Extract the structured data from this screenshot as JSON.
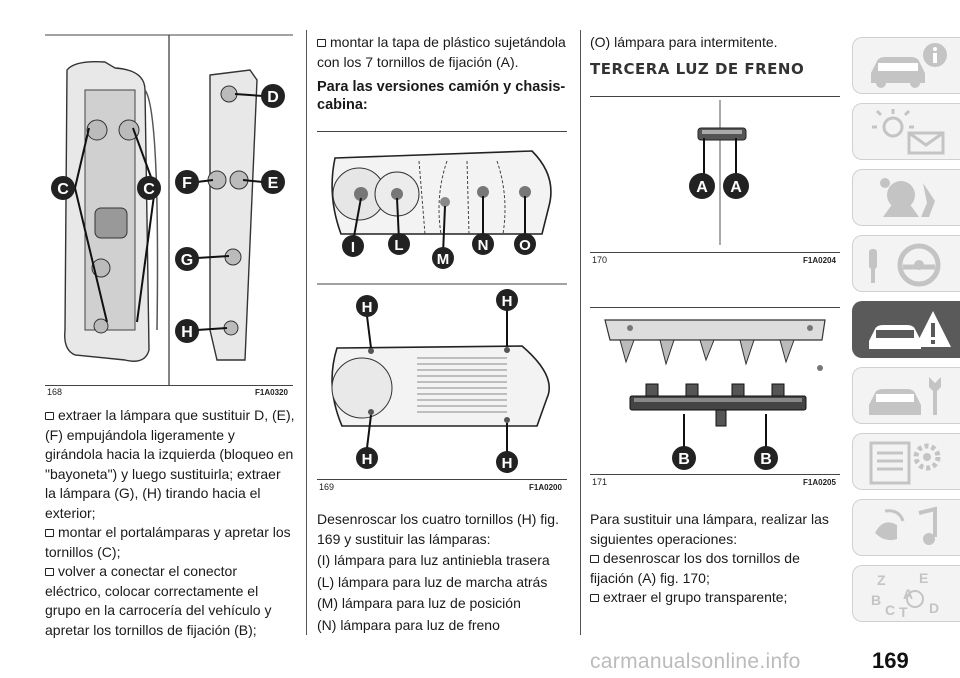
{
  "figures": {
    "f168": {
      "num": "168",
      "code": "F1A0320",
      "labels": {
        "c1": "C",
        "c2": "C",
        "d": "D",
        "e": "E",
        "f": "F",
        "g": "G",
        "h": "H"
      }
    },
    "f169": {
      "num": "169",
      "code": "F1A0200",
      "labels": {
        "i": "I",
        "l": "L",
        "m": "M",
        "n": "N",
        "o": "O",
        "h1": "H",
        "h2": "H",
        "h3": "H",
        "h4": "H"
      }
    },
    "f170": {
      "num": "170",
      "code": "F1A0204",
      "labels": {
        "a1": "A",
        "a2": "A"
      }
    },
    "f171": {
      "num": "171",
      "code": "F1A0205",
      "labels": {
        "b1": "B",
        "b2": "B"
      }
    }
  },
  "col1": {
    "b1": "extraer la lámpara que sustituir D, (E), (F) empujándola ligeramente y girándola hacia la izquierda (bloqueo en \"bayoneta\") y luego sustituirla; extraer la lámpara (G), (H) tirando hacia el exterior;",
    "b2": "montar el portalámparas y apretar los tornillos (C);",
    "b3": "volver a conectar el conector eléctrico, colocar correctamente el grupo en la carrocería del vehículo y apretar los tornillos de fijación (B);"
  },
  "col2": {
    "b1": "montar la tapa de plástico sujetándola con los 7 tornillos de fijación (A).",
    "heading": "Para las versiones camión y chasis-cabina:",
    "p1": "Desenroscar los cuatro tornillos (H) fig. 169 y sustituir las lámparas:",
    "l1": "(I) lámpara para luz antiniebla trasera",
    "l2": "(L) lámpara para luz de marcha atrás",
    "l3": "(M) lámpara para luz de posición",
    "l4": "(N) lámpara para luz de freno"
  },
  "col3": {
    "l5": "(O) lámpara para intermitente.",
    "heading": "TERCERA LUZ DE FRENO",
    "p1": "Para sustituir una lámpara, realizar las siguientes operaciones:",
    "b1": "desenroscar los dos tornillos de fijación (A) fig. 170;",
    "b2": "extraer el grupo transparente;"
  },
  "sidebar": {
    "tabs": [
      {
        "icon": "car-info-icon"
      },
      {
        "icon": "dashboard-light-icon"
      },
      {
        "icon": "airbag-safety-icon"
      },
      {
        "icon": "steering-key-icon"
      },
      {
        "icon": "car-warning-icon",
        "active": true
      },
      {
        "icon": "car-tools-icon"
      },
      {
        "icon": "specs-gear-icon"
      },
      {
        "icon": "media-music-icon"
      },
      {
        "icon": "alphabet-index-icon"
      }
    ],
    "letters": {
      "z": "Z",
      "e": "E",
      "a": "A",
      "b": "B",
      "c": "C",
      "t": "T",
      "d": "D"
    }
  },
  "page_number": "169",
  "watermark": "carmanualsonline.info"
}
